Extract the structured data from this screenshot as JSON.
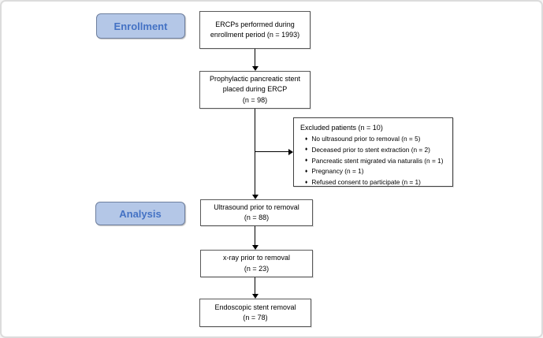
{
  "stages": [
    {
      "label": "Enrollment"
    },
    {
      "label": "Analysis"
    }
  ],
  "nodes": {
    "ercp": {
      "line1": "ERCPs performed during",
      "line2": "enrollment period (n = 1993)"
    },
    "stent": {
      "line1": "Prophylactic pancreatic stent",
      "line2": "placed during ERCP",
      "line3": "(n = 98)"
    },
    "excluded": {
      "title": "Excluded patients (n = 10)",
      "bullet": "♦",
      "items": [
        "No ultrasound prior to removal (n = 5)",
        "Deceased prior to stent extraction (n = 2)",
        "Pancreatic stent migrated via naturalis (n = 1)",
        "Pregnancy (n = 1)",
        "Refused consent to participate (n = 1)"
      ]
    },
    "ultrasound": {
      "line1": "Ultrasound prior to removal",
      "line2": "(n = 88)"
    },
    "xray": {
      "line1": "x-ray prior to removal",
      "line2": "(n = 23)"
    },
    "removal": {
      "line1": "Endoscopic stent removal",
      "line2": "(n = 78)"
    }
  },
  "colors": {
    "background": "#ffffff",
    "frame_border": "#dcdcdc",
    "text": "#000000",
    "box_fill": "#ffffff",
    "box_border": "#595959",
    "excluded_border": "#404040",
    "arrow": "#000000",
    "stage_fill": "#b4c7e7",
    "stage_border": "#6e7f9e",
    "stage_text": "#4472c4"
  }
}
